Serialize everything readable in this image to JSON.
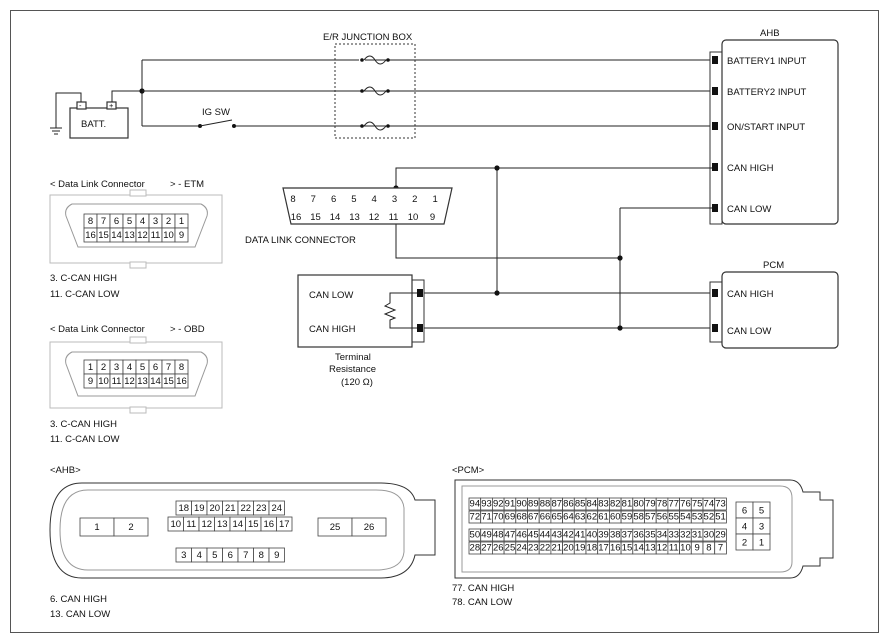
{
  "battery": {
    "label": "BATT.",
    "neg": "-",
    "pos": "+"
  },
  "junction_box": {
    "label": "E/R JUNCTION BOX"
  },
  "ig_switch": {
    "label": "IG SW"
  },
  "ahb": {
    "title": "AHB",
    "pins": [
      "BATTERY1 INPUT",
      "BATTERY2 INPUT",
      "ON/START INPUT",
      "CAN HIGH",
      "CAN LOW"
    ]
  },
  "pcm": {
    "title": "PCM",
    "pins": [
      "CAN HIGH",
      "CAN LOW"
    ]
  },
  "dlc_main": {
    "label": "DATA LINK CONNECTOR",
    "top": [
      "8",
      "7",
      "6",
      "5",
      "4",
      "3",
      "2",
      "1"
    ],
    "bottom": [
      "16",
      "15",
      "14",
      "13",
      "12",
      "11",
      "10",
      "9"
    ]
  },
  "terminal": {
    "pins": [
      "CAN LOW",
      "CAN HIGH"
    ],
    "caption": [
      "Terminal",
      "Resistance",
      "(120 Ω)"
    ]
  },
  "etm_view": {
    "title": "< Data Link Connector",
    "target": "> - ETM",
    "top": [
      "8",
      "7",
      "6",
      "5",
      "4",
      "3",
      "2",
      "1"
    ],
    "bottom": [
      "16",
      "15",
      "14",
      "13",
      "12",
      "11",
      "10",
      "9"
    ],
    "notes": [
      "3.  C-CAN HIGH",
      "11. C-CAN LOW"
    ]
  },
  "obd_view": {
    "title": "< Data Link Connector",
    "target": "> - OBD",
    "top": [
      "1",
      "2",
      "3",
      "4",
      "5",
      "6",
      "7",
      "8"
    ],
    "bottom": [
      "9",
      "10",
      "11",
      "12",
      "13",
      "14",
      "15",
      "16"
    ],
    "notes": [
      "3.  C-CAN HIGH",
      "11. C-CAN LOW"
    ]
  },
  "ahb_connector": {
    "title": "<AHB>",
    "left": [
      "1",
      "2"
    ],
    "row1": [
      "18",
      "19",
      "20",
      "21",
      "22",
      "23",
      "24"
    ],
    "row2": [
      "10",
      "11",
      "12",
      "13",
      "14",
      "15",
      "16",
      "17"
    ],
    "row3": [
      "3",
      "4",
      "5",
      "6",
      "7",
      "8",
      "9"
    ],
    "right": [
      "25",
      "26"
    ],
    "notes": [
      "6. CAN HIGH",
      "13. CAN LOW"
    ]
  },
  "pcm_connector": {
    "title": "<PCM>",
    "row1": [
      "94",
      "93",
      "92",
      "91",
      "90",
      "89",
      "88",
      "87",
      "86",
      "85",
      "84",
      "83",
      "82",
      "81",
      "80",
      "79",
      "78",
      "77",
      "76",
      "75",
      "74",
      "73"
    ],
    "row2": [
      "72",
      "71",
      "70",
      "69",
      "68",
      "67",
      "66",
      "65",
      "64",
      "63",
      "62",
      "61",
      "60",
      "59",
      "58",
      "57",
      "56",
      "55",
      "54",
      "53",
      "52",
      "51"
    ],
    "row3": [
      "50",
      "49",
      "48",
      "47",
      "46",
      "45",
      "44",
      "43",
      "42",
      "41",
      "40",
      "39",
      "38",
      "37",
      "36",
      "35",
      "34",
      "33",
      "32",
      "31",
      "30",
      "29"
    ],
    "row4": [
      "28",
      "27",
      "26",
      "25",
      "24",
      "23",
      "22",
      "21",
      "20",
      "19",
      "18",
      "17",
      "16",
      "15",
      "14",
      "13",
      "12",
      "11",
      "10",
      "9",
      "8",
      "7"
    ],
    "side": [
      "6",
      "5",
      "4",
      "3",
      "2",
      "1"
    ],
    "notes": [
      "77. CAN HIGH",
      "78. CAN LOW"
    ]
  },
  "colors": {
    "highlight": "#9fd0dc",
    "line": "#222222"
  }
}
